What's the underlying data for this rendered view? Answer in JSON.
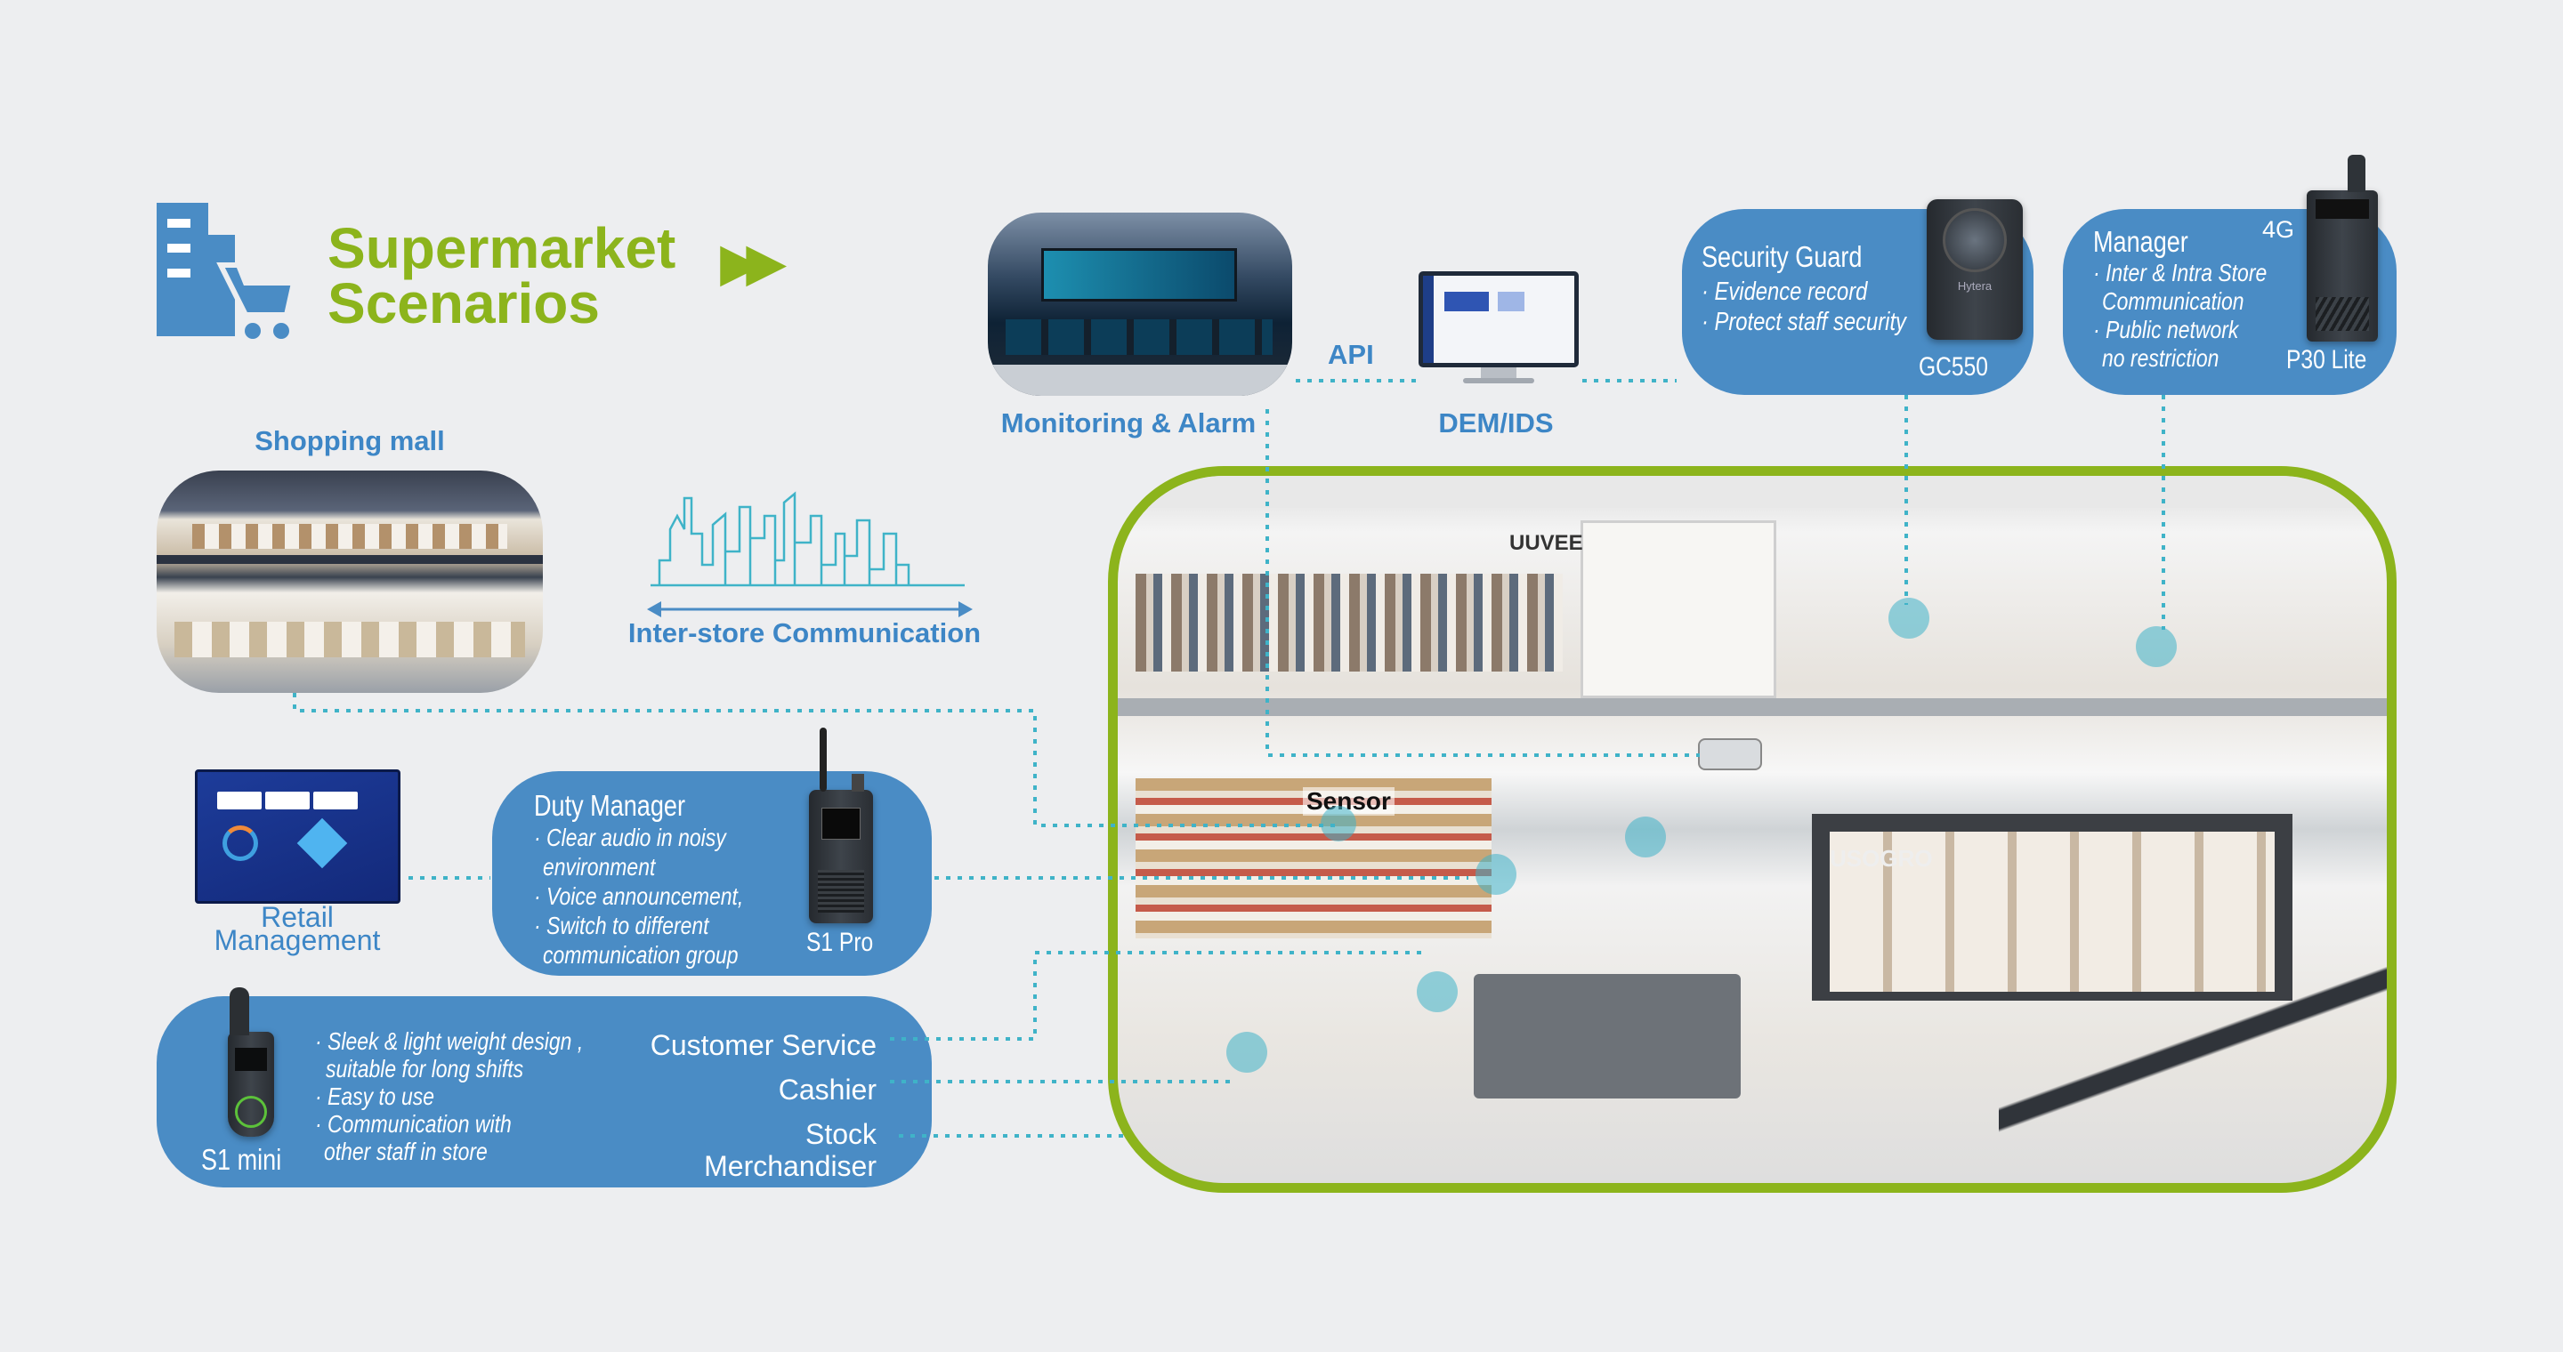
{
  "title": {
    "line1": "Supermarket",
    "line2": "Scenarios"
  },
  "colors": {
    "green": "#8cb41c",
    "blue": "#4a8cc5",
    "label_blue": "#3d86c6",
    "dotted": "#3fb3c8"
  },
  "shopping_mall": {
    "label": "Shopping mall"
  },
  "inter_store": {
    "label": "Inter-store Communication"
  },
  "monitoring": {
    "label": "Monitoring & Alarm"
  },
  "api": {
    "label": "API"
  },
  "dem": {
    "label": "DEM/IDS"
  },
  "security_guard": {
    "title": "Security Guard",
    "bullets": [
      "Evidence record",
      "Protect staff security"
    ],
    "device": "GC550",
    "device_brand": "Hytera"
  },
  "manager": {
    "title": "Manager",
    "badge": "4G",
    "bullets": [
      "Inter & Intra Store",
      "Communication",
      "Public network",
      "no restriction"
    ],
    "device": "P30 Lite"
  },
  "retail": {
    "line1": "Retail",
    "line2": "Management"
  },
  "duty_manager": {
    "title": "Duty Manager",
    "bullets": [
      "Clear audio in noisy",
      "environment",
      "Voice announcement,",
      "Switch to different",
      "communication group"
    ],
    "device": "S1 Pro"
  },
  "s1mini": {
    "device": "S1 mini",
    "bullets": [
      "Sleek & light weight design ,",
      "suitable for long shifts",
      "Easy to use",
      "Communication with",
      "other staff in store"
    ],
    "roles": [
      "Customer Service",
      "Cashier",
      "Stock",
      "Merchandiser"
    ]
  },
  "scene": {
    "sensor_label": "Sensor",
    "store_sign_1": "UUVEE",
    "store_sign_2": "USOGRO"
  }
}
